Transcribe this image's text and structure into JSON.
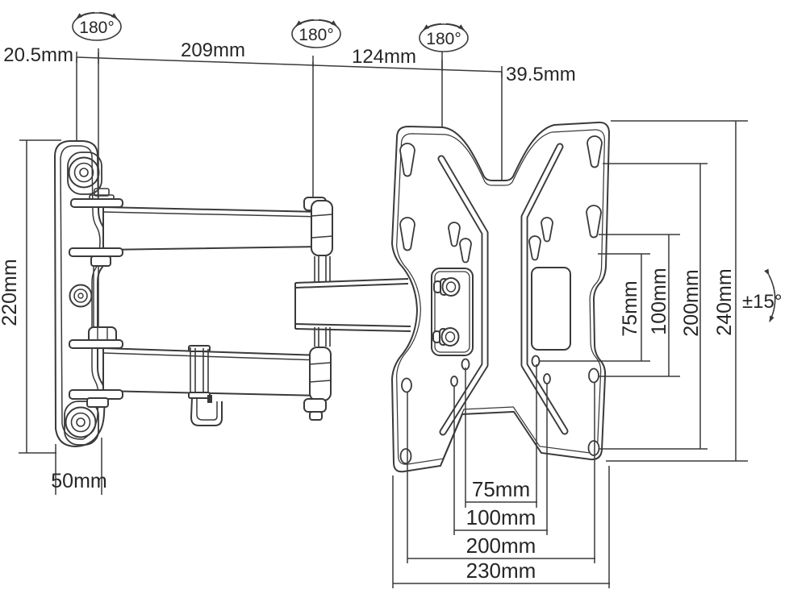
{
  "figure": {
    "subject": "Articulating TV wall mount bracket — dimensioned technical line drawing",
    "units": "mm",
    "colors": {
      "line": "#3a3a3a",
      "text": "#262626",
      "background": "#ffffff"
    },
    "rotation_labels": {
      "wall_swivel": "180°",
      "elbow_swivel": "180°",
      "plate_swivel": "180°",
      "tilt_range": "±15°"
    },
    "dimensions": {
      "top": {
        "wall_offset": "20.5mm",
        "arm_reach": "209mm",
        "elbow_to_plate": "124mm",
        "plate_offset": "39.5mm"
      },
      "left": {
        "wall_plate_height": "220mm",
        "wall_plate_depth": "50mm"
      },
      "right": {
        "vesa_vertical_75": "75mm",
        "vesa_vertical_100": "100mm",
        "vesa_vertical_200": "200mm",
        "plate_height": "240mm"
      },
      "bottom": {
        "vesa_horizontal_75": "75mm",
        "vesa_horizontal_100": "100mm",
        "vesa_horizontal_200": "200mm",
        "plate_width": "230mm"
      }
    }
  }
}
